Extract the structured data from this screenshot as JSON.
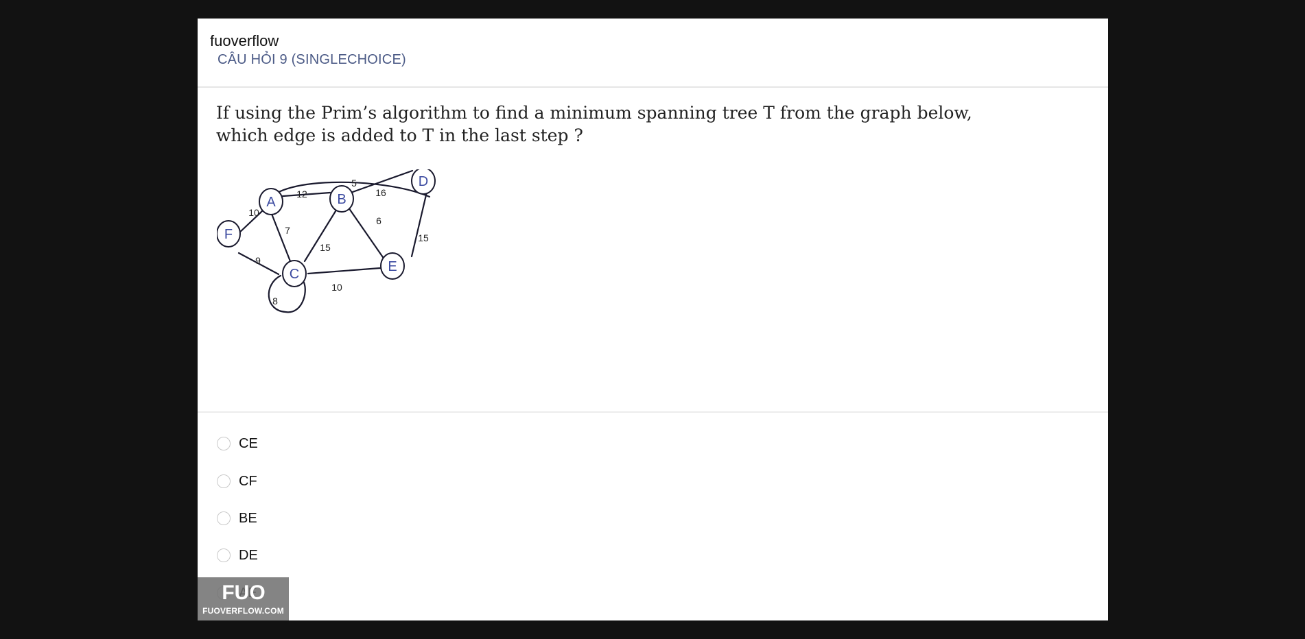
{
  "header": {
    "site_name": "fuoverflow",
    "question_label": "CÂU HỎI 9 (SINGLECHOICE)"
  },
  "question": {
    "text": "If using the Prim’s algorithm to find a minimum spanning tree T from the graph below, which edge is added to T in the last step ?"
  },
  "graph": {
    "nodes": [
      "A",
      "B",
      "C",
      "D",
      "E",
      "F"
    ],
    "edge_labels": {
      "AD": "5",
      "AB": "12",
      "BD": "16",
      "FA": "10",
      "AC": "7",
      "BC": "15",
      "BE": "6",
      "DE": "15",
      "FC": "9",
      "CE": "10",
      "CC": "8"
    },
    "colors": {
      "node_text": "#3b4aa0",
      "edge": "#1a1a2e"
    }
  },
  "options": [
    {
      "label": "CE"
    },
    {
      "label": "CF"
    },
    {
      "label": "BE"
    },
    {
      "label": "DE"
    },
    {
      "label": "AE"
    }
  ],
  "watermark": {
    "logo_text": "FUO",
    "site": "FUOVERFLOW.COM"
  }
}
